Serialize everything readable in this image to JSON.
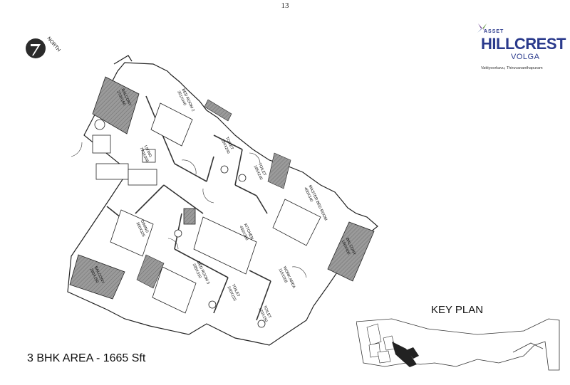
{
  "page_number": "13",
  "compass": {
    "label": "NORTH",
    "icon": "north-arrow-icon"
  },
  "brand": {
    "prefix": "ASSET",
    "name": "HILLCREST",
    "project": "VOLGA",
    "location": "Vattiyoorkavu, Thiruvananthapuram",
    "logo": "leaf-emblem-icon",
    "color": "#2a3a8c",
    "accent": "#6b3f8f"
  },
  "rooms": {
    "balcony_left": {
      "name": "BALCONY",
      "dims": "273X160"
    },
    "bedroom2": {
      "name": "BED ROOM 2",
      "dims": "351X440"
    },
    "toilet1": {
      "name": "TOILET",
      "dims": "184X240"
    },
    "toilet2": {
      "name": "TOILET",
      "dims": "185X240"
    },
    "living": {
      "name": "LIVING",
      "dims": "770X308"
    },
    "master_bedroom": {
      "name": "MASTER BED ROOM",
      "dims": "400X340"
    },
    "balcony_right": {
      "name": "BALCONY",
      "dims": "150X400"
    },
    "kitchen": {
      "name": "KITCHEN",
      "dims": "450X300"
    },
    "dining": {
      "name": "DINING",
      "dims": "300X326"
    },
    "balcony_bottom": {
      "name": "BALCONY",
      "dims": "280X150"
    },
    "bedroom3": {
      "name": "BED ROOM 3",
      "dims": "335X310"
    },
    "toilet3": {
      "name": "TOILET",
      "dims": "240X153"
    },
    "work_area": {
      "name": "WORK AREA",
      "dims": "115X208"
    },
    "toilet4": {
      "name": "TOILET",
      "dims": "120X150"
    }
  },
  "area_label": "3 BHK AREA - 1665 Sft",
  "key_plan_label": "KEY PLAN"
}
